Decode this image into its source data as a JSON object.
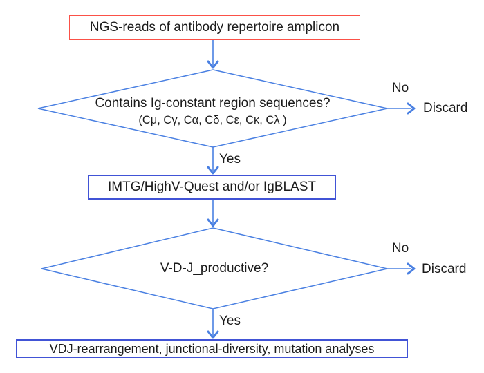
{
  "colors": {
    "background": "#ffffff",
    "text": "#1b1b1b",
    "start_box_border": "#fb5148",
    "process_box_border": "#4153d6",
    "connector": "#4a80e2"
  },
  "flow": {
    "start": {
      "label": "NGS-reads of antibody repertoire amplicon"
    },
    "decision1": {
      "question": "Contains Ig-constant region sequences?",
      "subtext": "(Cμ, Cγ, Cα, Cδ, Cε, Cκ, Cλ )",
      "yes_label": "Yes",
      "no_label": "No",
      "no_outcome": "Discard"
    },
    "process": {
      "label": "IMTG/HighV-Quest and/or IgBLAST"
    },
    "decision2": {
      "question": "V-D-J_productive?",
      "yes_label": "Yes",
      "no_label": "No",
      "no_outcome": "Discard"
    },
    "end": {
      "label": "VDJ-rearrangement, junctional-diversity, mutation analyses"
    }
  }
}
